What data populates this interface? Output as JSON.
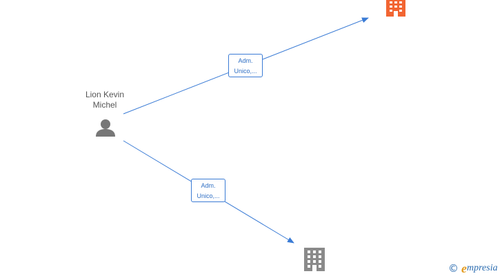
{
  "nodes": {
    "person": {
      "name": "Lion Kevin Michel",
      "icon": "person-icon",
      "color": "#777777"
    },
    "company_top": {
      "icon": "building-icon",
      "color": "#f26532"
    },
    "company_bottom": {
      "icon": "building-icon",
      "color": "#8a8a8a"
    }
  },
  "edges": [
    {
      "from": "person",
      "to": "company_top",
      "label_line1": "Adm.",
      "label_line2": "Unico,..."
    },
    {
      "from": "person",
      "to": "company_bottom",
      "label_line1": "Adm.",
      "label_line2": "Unico,..."
    }
  ],
  "colors": {
    "edge": "#3a7bd5"
  },
  "footer": {
    "copyright_symbol": "©",
    "brand_initial": "e",
    "brand_rest": "mpresia"
  }
}
